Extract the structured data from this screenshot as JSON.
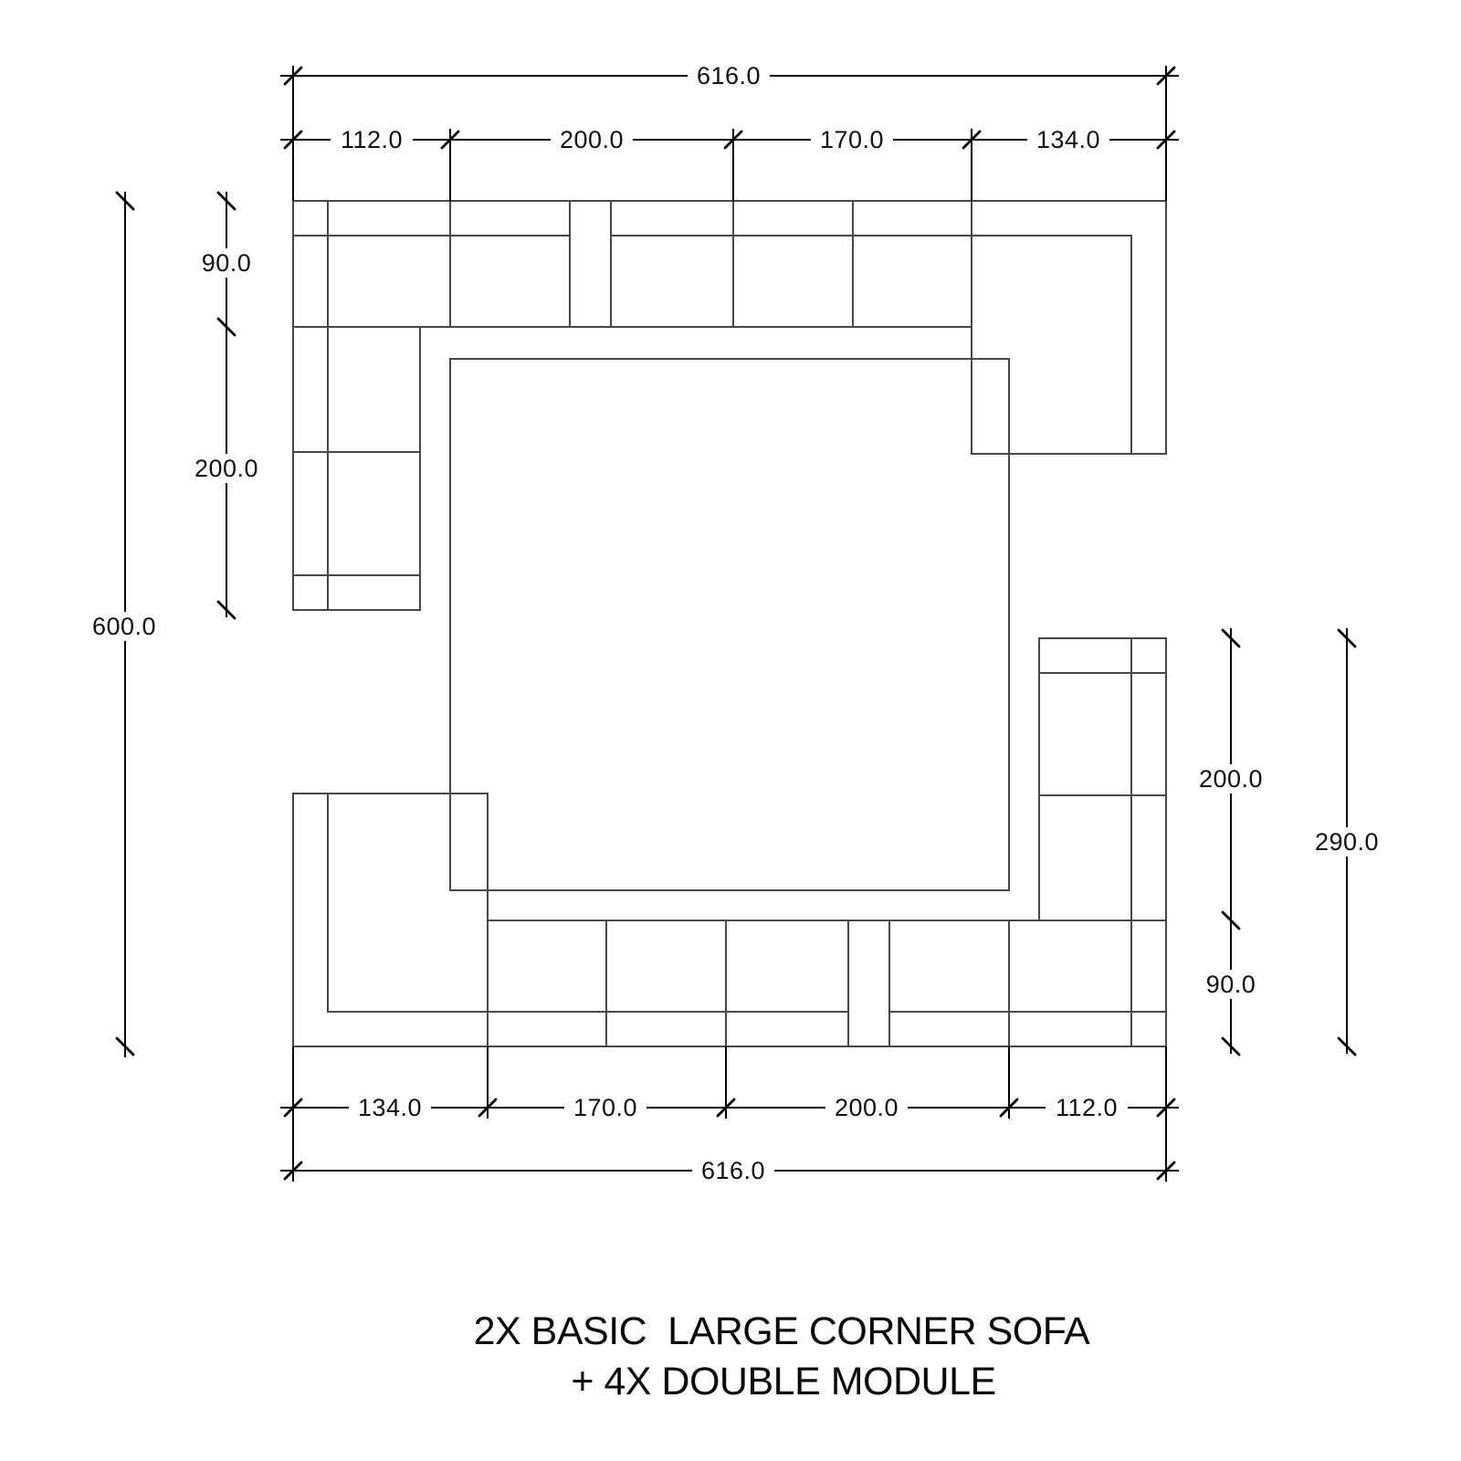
{
  "title": {
    "line1": "2X BASIC  LARGE CORNER SOFA",
    "line2": "+ 4X DOUBLE MODULE"
  },
  "dimensions": {
    "top_overall": "616.0",
    "top_segments": [
      "112.0",
      "200.0",
      "170.0",
      "134.0"
    ],
    "left_overall": "600.0",
    "left_segments": [
      "90.0",
      "200.0"
    ],
    "right_overall": "290.0",
    "right_segments": [
      "200.0",
      "90.0"
    ],
    "bottom_segments": [
      "134.0",
      "170.0",
      "200.0",
      "112.0"
    ],
    "bottom_overall": "616.0"
  },
  "colors": {
    "background": "#ffffff",
    "sofa_line": "#484848",
    "dimension_line": "#000000",
    "text": "#111111"
  }
}
